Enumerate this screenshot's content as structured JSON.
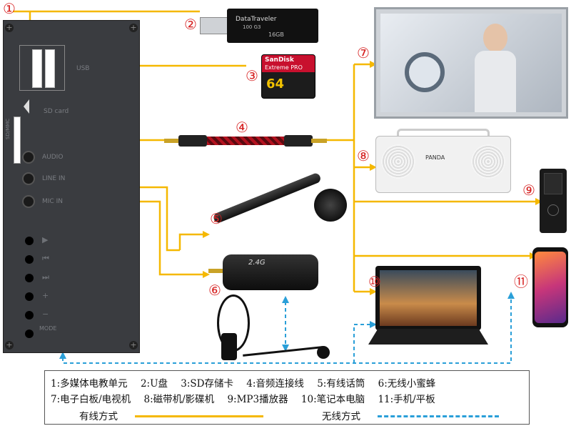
{
  "markers": [
    "①",
    "②",
    "③",
    "④",
    "⑤",
    "⑥",
    "⑦",
    "⑧",
    "⑨",
    "⑩",
    "⑪"
  ],
  "panel": {
    "usb_label": "USB",
    "sd_label": "SD card",
    "sd_side_label": "SD/MMC",
    "jacks": [
      "AUDIO",
      "LINE IN",
      "MIC IN"
    ],
    "buttons": [
      "▶",
      "⏮",
      "⏭",
      "+",
      "−"
    ],
    "last_button_label": "MODE"
  },
  "devices": {
    "usb_drive_brand": "DataTraveler",
    "usb_drive_model": "100 G3",
    "usb_drive_capacity": "16GB",
    "sd_brand": "SanDisk",
    "sd_model": "Extreme PRO",
    "sd_capacity": "64",
    "cassette_brand": "PANDA",
    "wireless_mic_label": "2.4G"
  },
  "legend": {
    "items_row1": [
      "1:多媒体电教单元",
      "2:U盘",
      "3:SD存储卡",
      "4:音频连接线",
      "5:有线话筒",
      "6:无线小蜜蜂"
    ],
    "items_row2": [
      "7:电子白板/电视机",
      "8:磁带机/影碟机",
      "9:MP3播放器",
      "10:笔记本电脑",
      "11:手机/平板"
    ],
    "wired_label": "有线方式",
    "wireless_label": "无线方式"
  },
  "colors": {
    "wired": "#f5b800",
    "wireless": "#2a9fd8",
    "marker": "#d62020",
    "panel": "#3a3c40"
  }
}
